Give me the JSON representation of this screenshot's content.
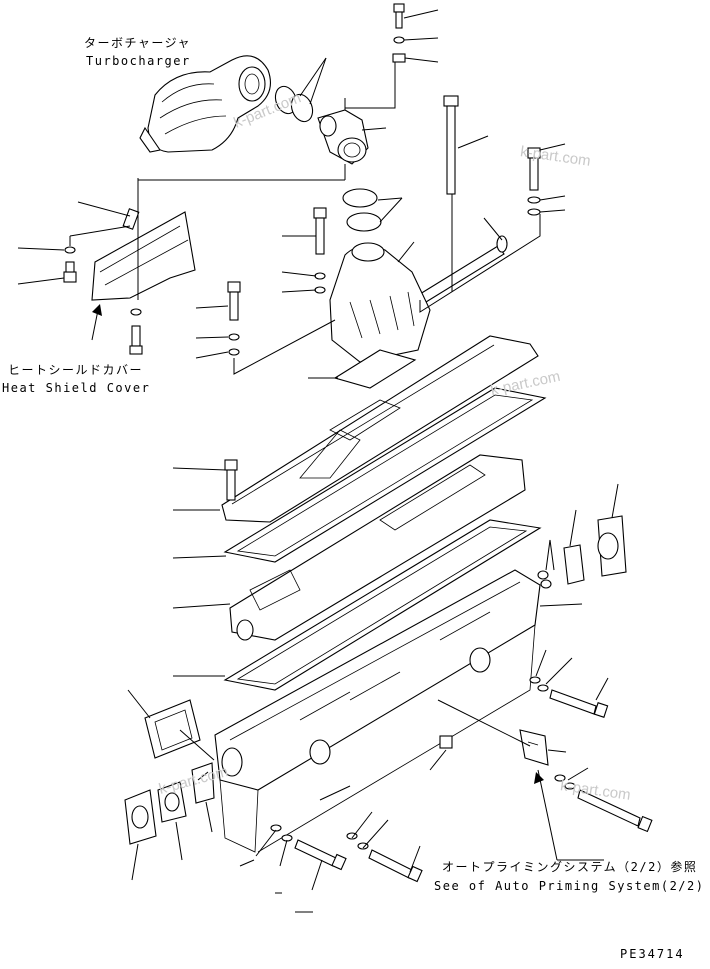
{
  "labels": {
    "turbocharger_jp": "ターボチャージャ",
    "turbocharger_en": "Turbocharger",
    "heat_shield_jp": "ヒートシールドカバー",
    "heat_shield_en": "Heat Shield Cover",
    "auto_priming_jp": "オートプライミングシステム（2/2）参照",
    "auto_priming_en": "See of Auto Priming System(2/2)",
    "figure_code": "PE34714"
  },
  "watermarks": [
    "k-part.com",
    "k-part.com",
    "k-part.com",
    "k-part.com",
    "k-part.com"
  ]
}
